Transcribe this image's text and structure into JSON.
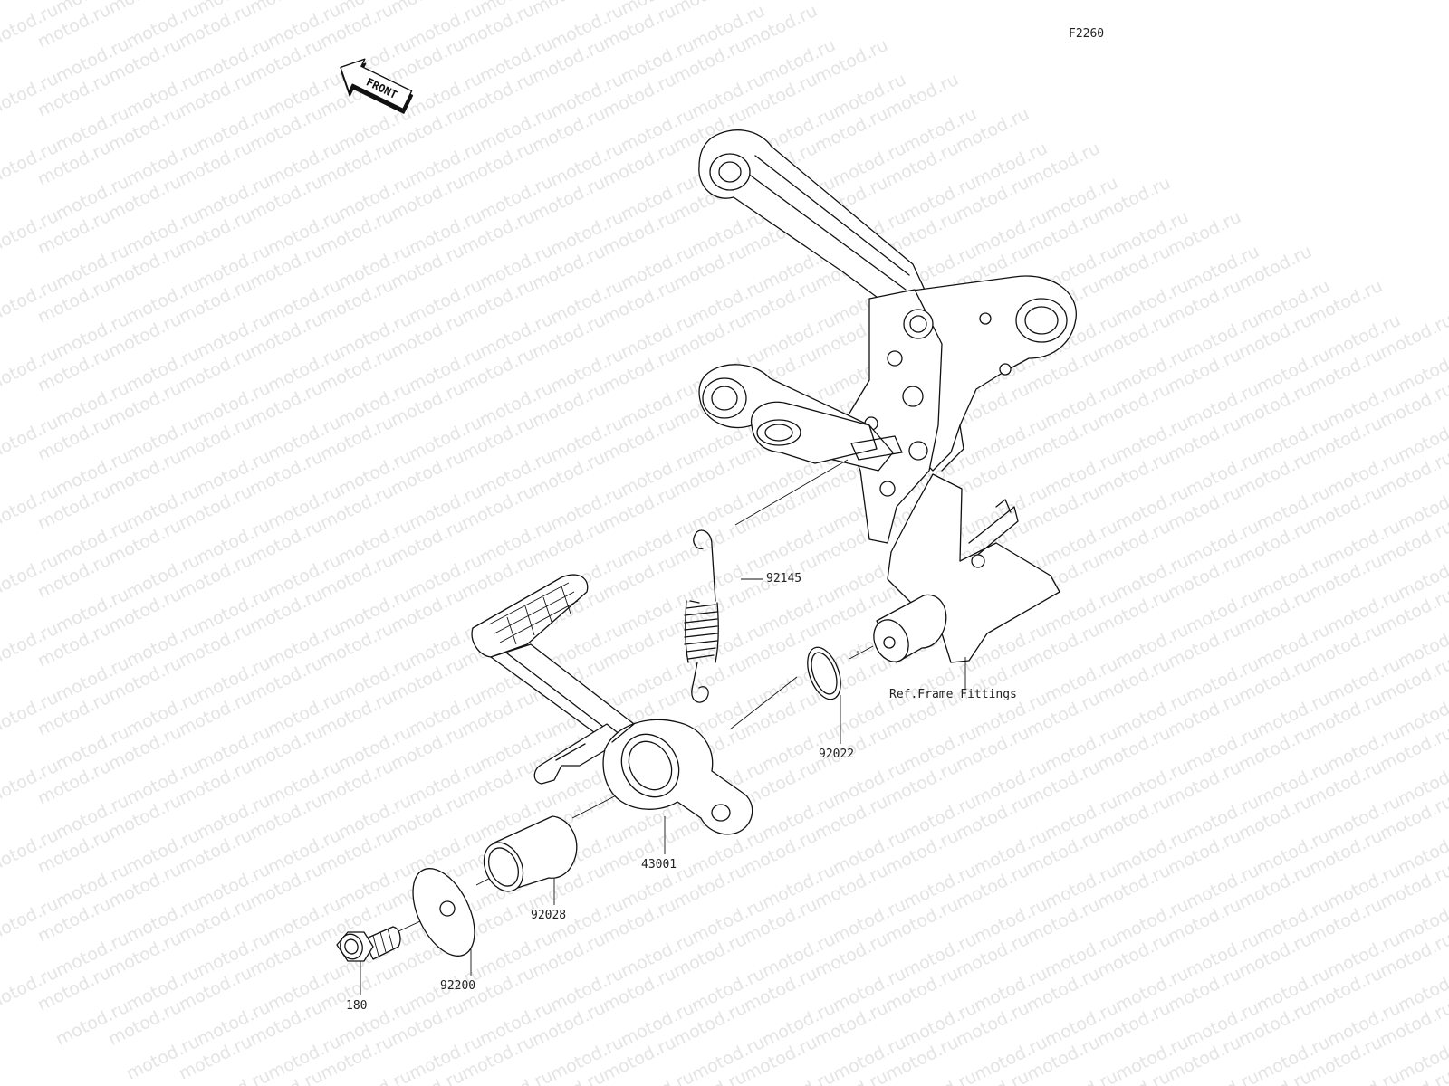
{
  "figure_code": "F2260",
  "direction_label": "FRONT",
  "watermark_text": "motod.ru",
  "parts": [
    {
      "number": "92145"
    },
    {
      "number": "92022"
    },
    {
      "number": "43001"
    },
    {
      "number": "92028"
    },
    {
      "number": "92200"
    },
    {
      "number": "180"
    }
  ],
  "reference_note": "Ref.Frame Fittings"
}
